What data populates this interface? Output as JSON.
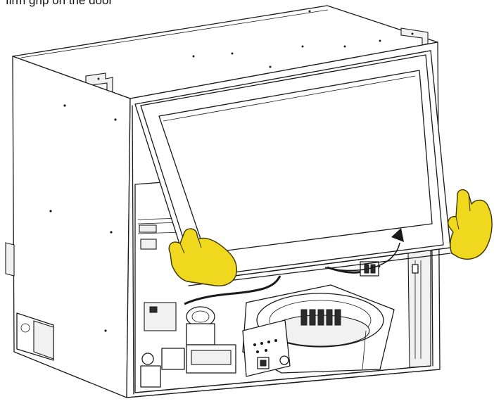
{
  "caption": "firm grip on the door",
  "colors": {
    "glove": "#f0d81e",
    "outline": "#1a1a1a",
    "background": "#ffffff"
  },
  "illustration": {
    "subject": "appliance cabinet with hinged front door being lifted open by two gloved hands",
    "rotation_indicator": "curved arrow showing upward swing of the door"
  }
}
